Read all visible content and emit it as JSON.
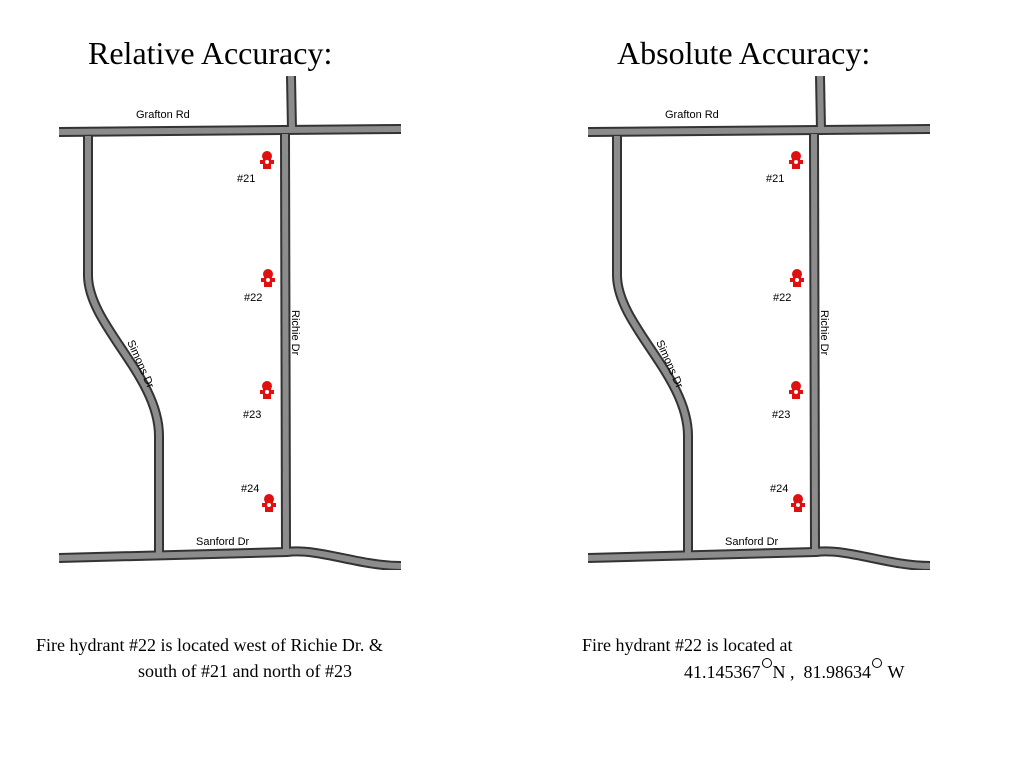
{
  "headings": {
    "relative": "Relative Accuracy:",
    "absolute": "Absolute Accuracy:"
  },
  "map": {
    "roads": {
      "grafton": "Grafton Rd",
      "richie": "Richie Dr",
      "simons": "Simons Dr",
      "sanford": "Sanford Dr"
    },
    "hydrants": [
      {
        "label": "#21"
      },
      {
        "label": "#22"
      },
      {
        "label": "#23"
      },
      {
        "label": "#24"
      }
    ],
    "colors": {
      "road_fill": "#8c8c8c",
      "road_edge": "#333333",
      "hydrant": "#e01010"
    }
  },
  "captions": {
    "relative_line1": "Fire hydrant #22 is located west of Richie Dr. &",
    "relative_line2": "south of  #21 and north of #23",
    "absolute_line1": "Fire hydrant #22 is located at",
    "lat": "41.145367",
    "lat_dir": "N ,",
    "lon": "81.98634",
    "lon_dir": "W"
  }
}
